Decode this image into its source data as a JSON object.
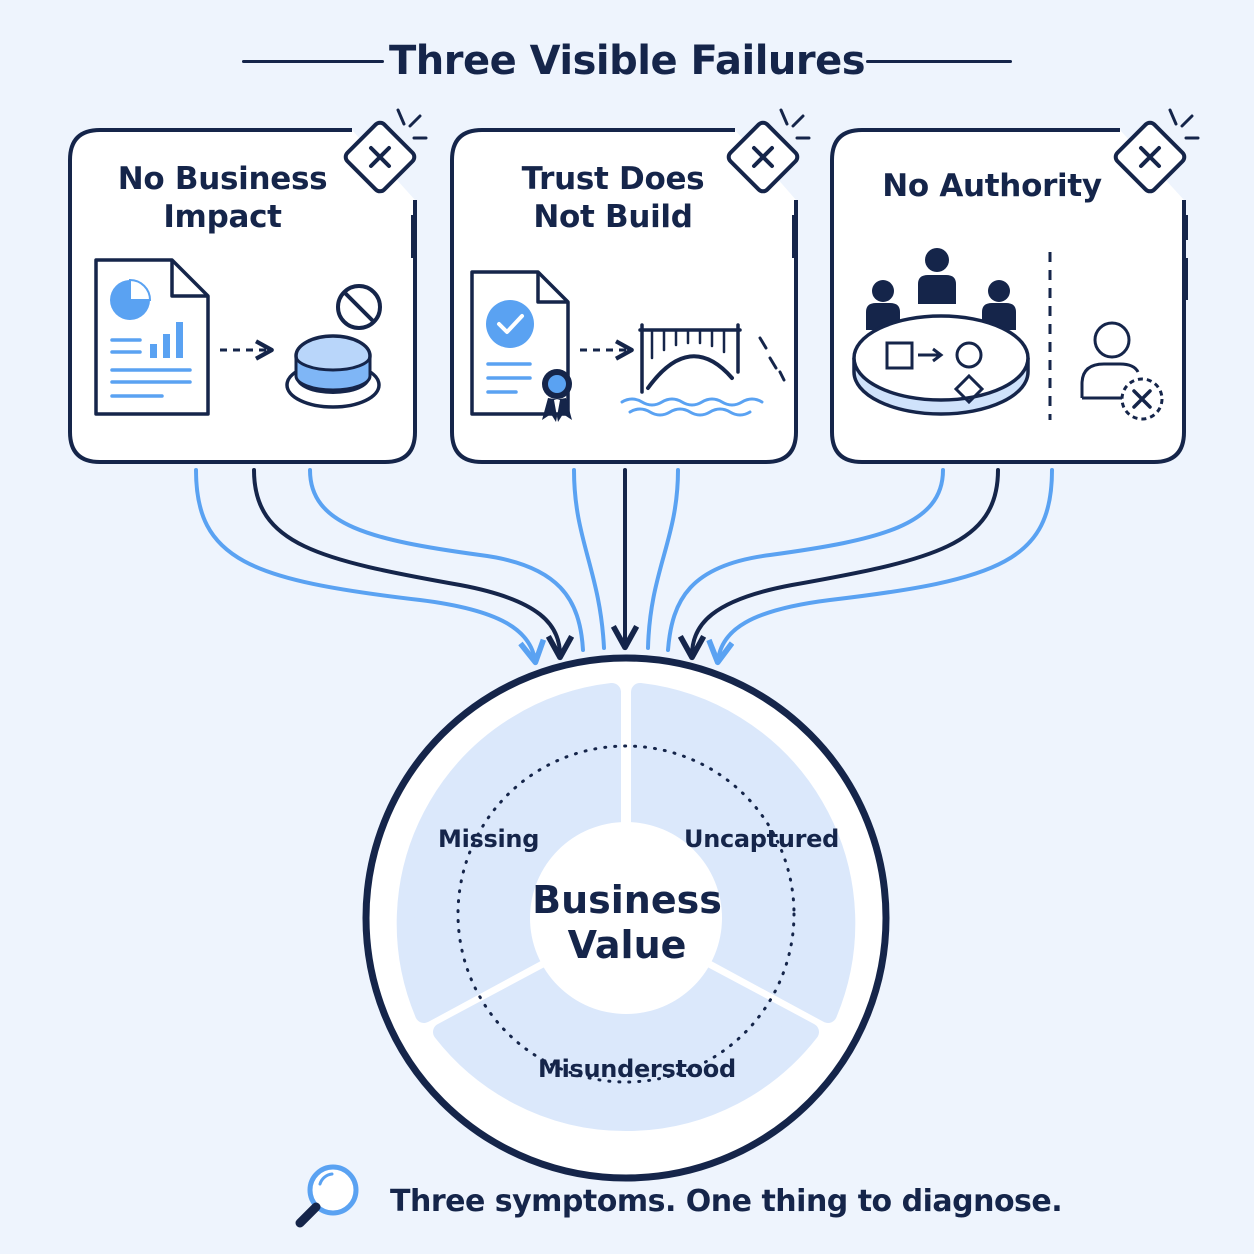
{
  "title": "Three Visible Failures",
  "cards": [
    {
      "title_lines": [
        "No Business",
        "Impact"
      ]
    },
    {
      "title_lines": [
        "Trust Does",
        "Not Build"
      ]
    },
    {
      "title_lines": [
        "No Authority"
      ]
    }
  ],
  "center": {
    "lines": [
      "Business",
      "Value"
    ],
    "segments": [
      "Missing",
      "Uncaptured",
      "Misunderstood"
    ]
  },
  "footer": "Three symptoms. One thing to diagnose.",
  "colors": {
    "navy": "#15254a",
    "accent_blue": "#5aa2f2",
    "background": "#eef4fd",
    "segment_fill": "#dbe8fb"
  },
  "icons": [
    "close-icon",
    "document-chart-icon",
    "disabled-button-icon",
    "certificate-icon",
    "broken-bridge-icon",
    "meeting-table-icon",
    "user-removed-icon",
    "magnifier-icon"
  ]
}
